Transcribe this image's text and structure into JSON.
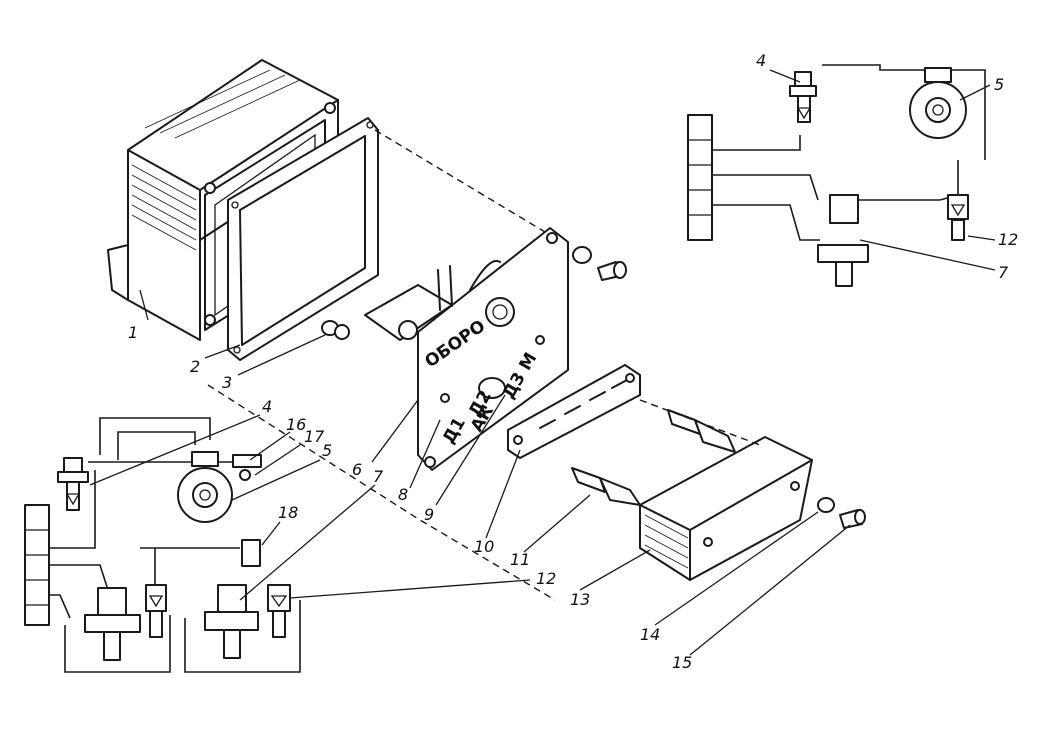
{
  "labels": {
    "l1": "1",
    "l2": "2",
    "l3": "3",
    "l4": "4",
    "l5": "5",
    "l6": "6",
    "l7": "7",
    "l8": "8",
    "l9": "9",
    "l10": "10",
    "l11": "11",
    "l12": "12",
    "l13": "13",
    "l14": "14",
    "l15": "15",
    "l16": "16",
    "l17": "17",
    "l18": "18"
  },
  "plate": {
    "oboro": "ОБОРО",
    "d1": "Д1",
    "d2": "Д2",
    "d3m": "Д3 М",
    "ak": "АК"
  },
  "colors": {
    "ink": "#1a1a1a",
    "paper": "#ffffff"
  }
}
